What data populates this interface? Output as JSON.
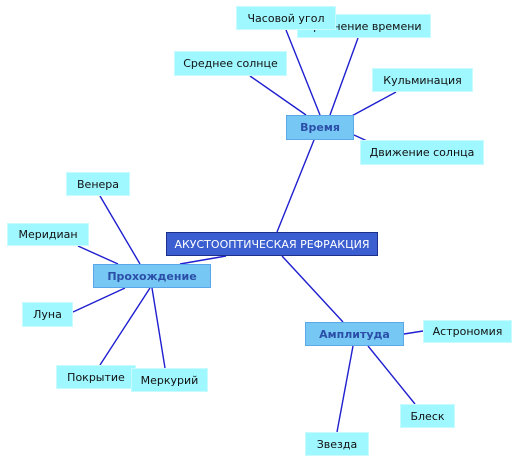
{
  "colors": {
    "line": "#1f1fd0",
    "root_fill": "#3b5fd0",
    "branch_fill": "#76c7f3",
    "branch_text": "#2b4fa8",
    "leaf_fill": "#9ff7ff"
  },
  "mindmap": {
    "root": "АКУСТООПТИЧЕСКАЯ РЕФРАКЦИЯ",
    "branches": {
      "time": {
        "label": "Время",
        "children": {
          "hour_angle": "Часовой угол",
          "equation_of_time": "Уравнение времени",
          "mean_sun": "Среднее солнце",
          "culmination": "Кульминация",
          "sun_motion": "Движение солнца"
        }
      },
      "passage": {
        "label": "Прохождение",
        "children": {
          "venus": "Венера",
          "meridian": "Меридиан",
          "moon": "Луна",
          "occultation": "Покрытие",
          "mercury": "Меркурий"
        }
      },
      "amplitude": {
        "label": "Амплитуда",
        "children": {
          "astronomy": "Астрономия",
          "brightness": "Блеск",
          "star": "Звезда"
        }
      }
    }
  }
}
